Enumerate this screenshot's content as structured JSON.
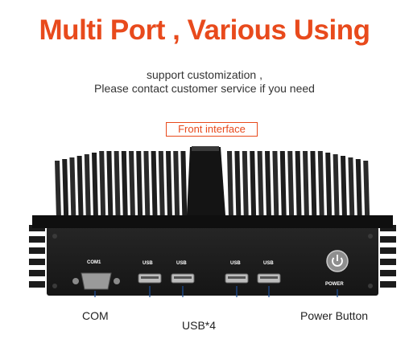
{
  "headline": "Multi Port , Various Using",
  "subtitle_line1": "support customization ,",
  "subtitle_line2": "Please contact customer service if you need",
  "section_label": "Front interface",
  "panel_labels": {
    "com": "COM1",
    "usb1": "USB",
    "usb2": "USB",
    "usb3": "USB",
    "usb4": "USB",
    "power": "POWER"
  },
  "callouts": {
    "com": "COM",
    "usb": "USB*4",
    "power": "Power Button"
  },
  "colors": {
    "accent": "#e84a1c",
    "callout_line": "#1c4f9c",
    "chassis": "#1b1b1b"
  }
}
